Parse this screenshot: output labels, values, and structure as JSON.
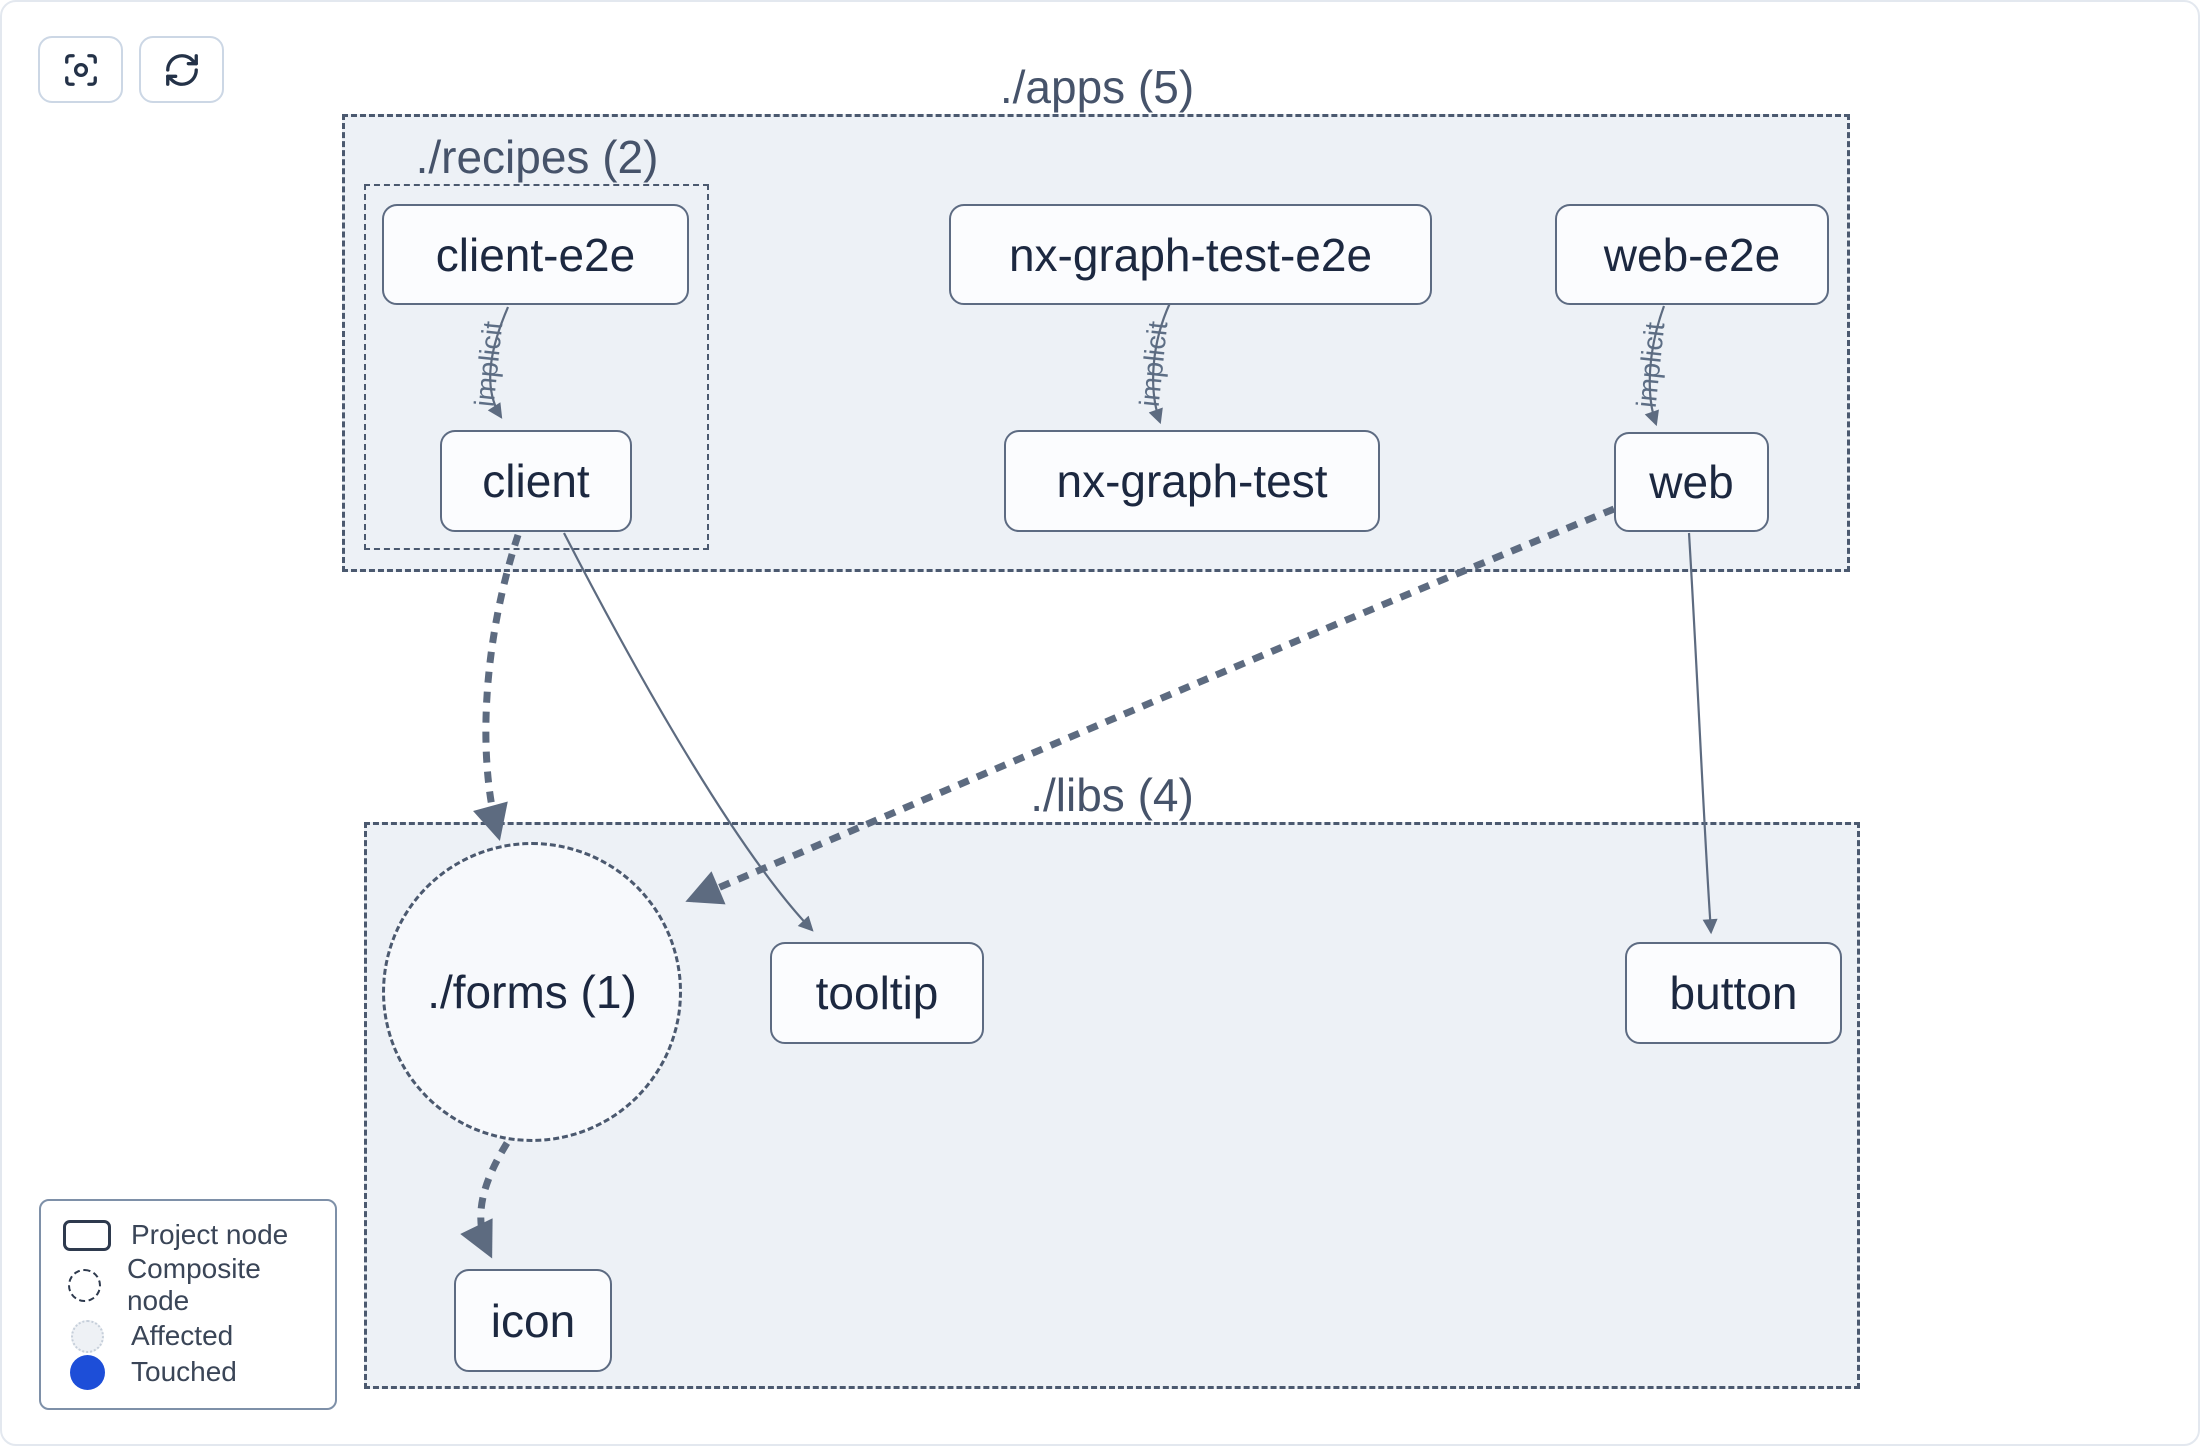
{
  "toolbar": {
    "buttons": [
      {
        "id": "focus",
        "icon": "focus-icon"
      },
      {
        "id": "refresh",
        "icon": "refresh-icon"
      }
    ]
  },
  "graph": {
    "groups": {
      "apps": {
        "label": "./apps (5)"
      },
      "recipes": {
        "label": "./recipes (2)"
      },
      "libs": {
        "label": "./libs (4)"
      },
      "forms": {
        "label": "./forms (1)"
      }
    },
    "nodes": {
      "client_e2e": {
        "label": "client-e2e"
      },
      "client": {
        "label": "client"
      },
      "nx_graph_test_e2e": {
        "label": "nx-graph-test-e2e"
      },
      "nx_graph_test": {
        "label": "nx-graph-test"
      },
      "web_e2e": {
        "label": "web-e2e"
      },
      "web": {
        "label": "web"
      },
      "tooltip": {
        "label": "tooltip"
      },
      "button": {
        "label": "button"
      },
      "icon": {
        "label": "icon"
      }
    },
    "edge_labels": {
      "implicit": "implicit"
    },
    "edges": [
      {
        "from": "client-e2e",
        "to": "client",
        "style": "thin-solid",
        "label": "implicit"
      },
      {
        "from": "nx-graph-test-e2e",
        "to": "nx-graph-test",
        "style": "thin-solid",
        "label": "implicit"
      },
      {
        "from": "web-e2e",
        "to": "web",
        "style": "thin-solid",
        "label": "implicit"
      },
      {
        "from": "client",
        "to": "tooltip",
        "style": "thin-solid",
        "label": ""
      },
      {
        "from": "web",
        "to": "button",
        "style": "thin-solid",
        "label": ""
      },
      {
        "from": "client",
        "to": "./forms",
        "style": "thick-dashed",
        "label": ""
      },
      {
        "from": "web",
        "to": "./forms",
        "style": "thick-dashed",
        "label": ""
      },
      {
        "from": "./forms",
        "to": "icon",
        "style": "thick-dashed",
        "label": ""
      }
    ]
  },
  "legend": {
    "items": [
      {
        "icon": "project-node-swatch",
        "label": "Project node"
      },
      {
        "icon": "composite-node-swatch",
        "label": "Composite node"
      },
      {
        "icon": "affected-swatch",
        "label": "Affected"
      },
      {
        "icon": "touched-swatch",
        "label": "Touched"
      }
    ]
  },
  "colors": {
    "touched_blue": "#1d4ed8",
    "group_fill": "#edf1f6",
    "node_fill": "#fbfcfe",
    "edge": "#5d6b80",
    "dashed_border": "#4b596f",
    "node_text": "#1c2840",
    "title_text": "#46536a"
  }
}
